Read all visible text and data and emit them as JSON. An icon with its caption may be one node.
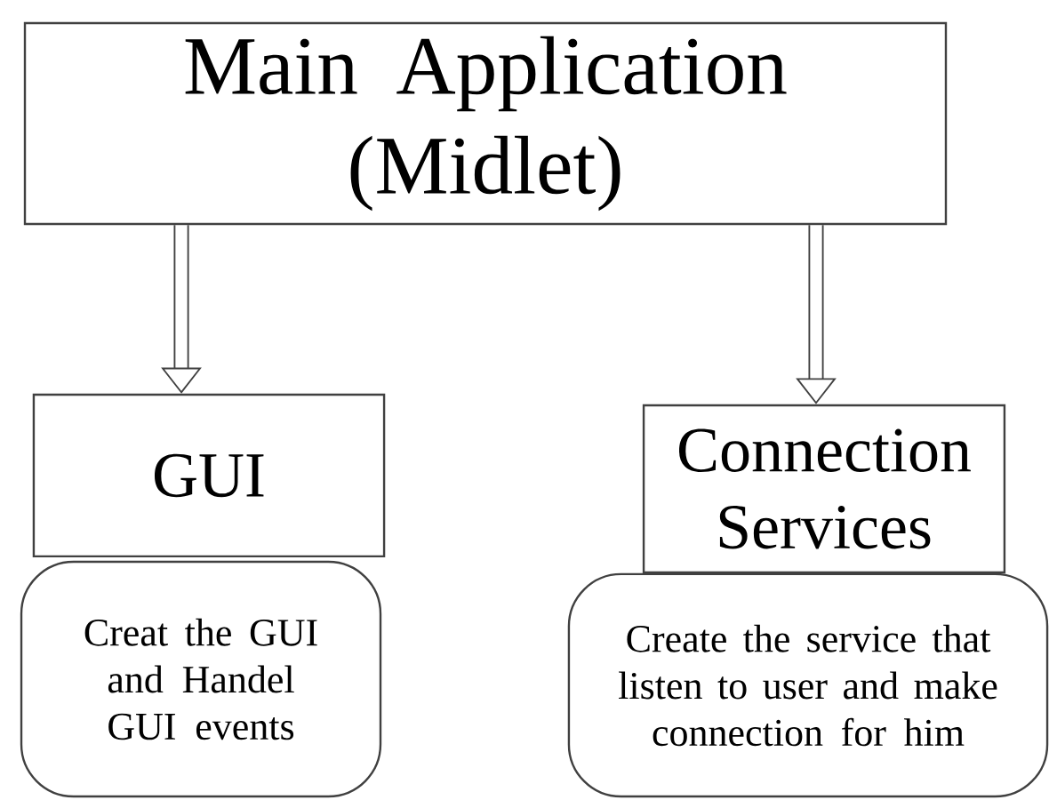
{
  "diagram": {
    "nodes": [
      {
        "text": [
          "Main Application (Midlet)"
        ]
      },
      {
        "text": [
          "GUI"
        ]
      },
      {
        "text": [
          "Connection Services"
        ]
      },
      {
        "text": [
          "Creat the GUI and Handel GUI events"
        ]
      },
      {
        "text": [
          "Create the service that listen to user and make connection for him"
        ]
      }
    ],
    "edges": [
      {
        "from": 0,
        "to": 1,
        "arrow": "to"
      },
      {
        "from": 0,
        "to": 2,
        "arrow": "to"
      }
    ]
  }
}
